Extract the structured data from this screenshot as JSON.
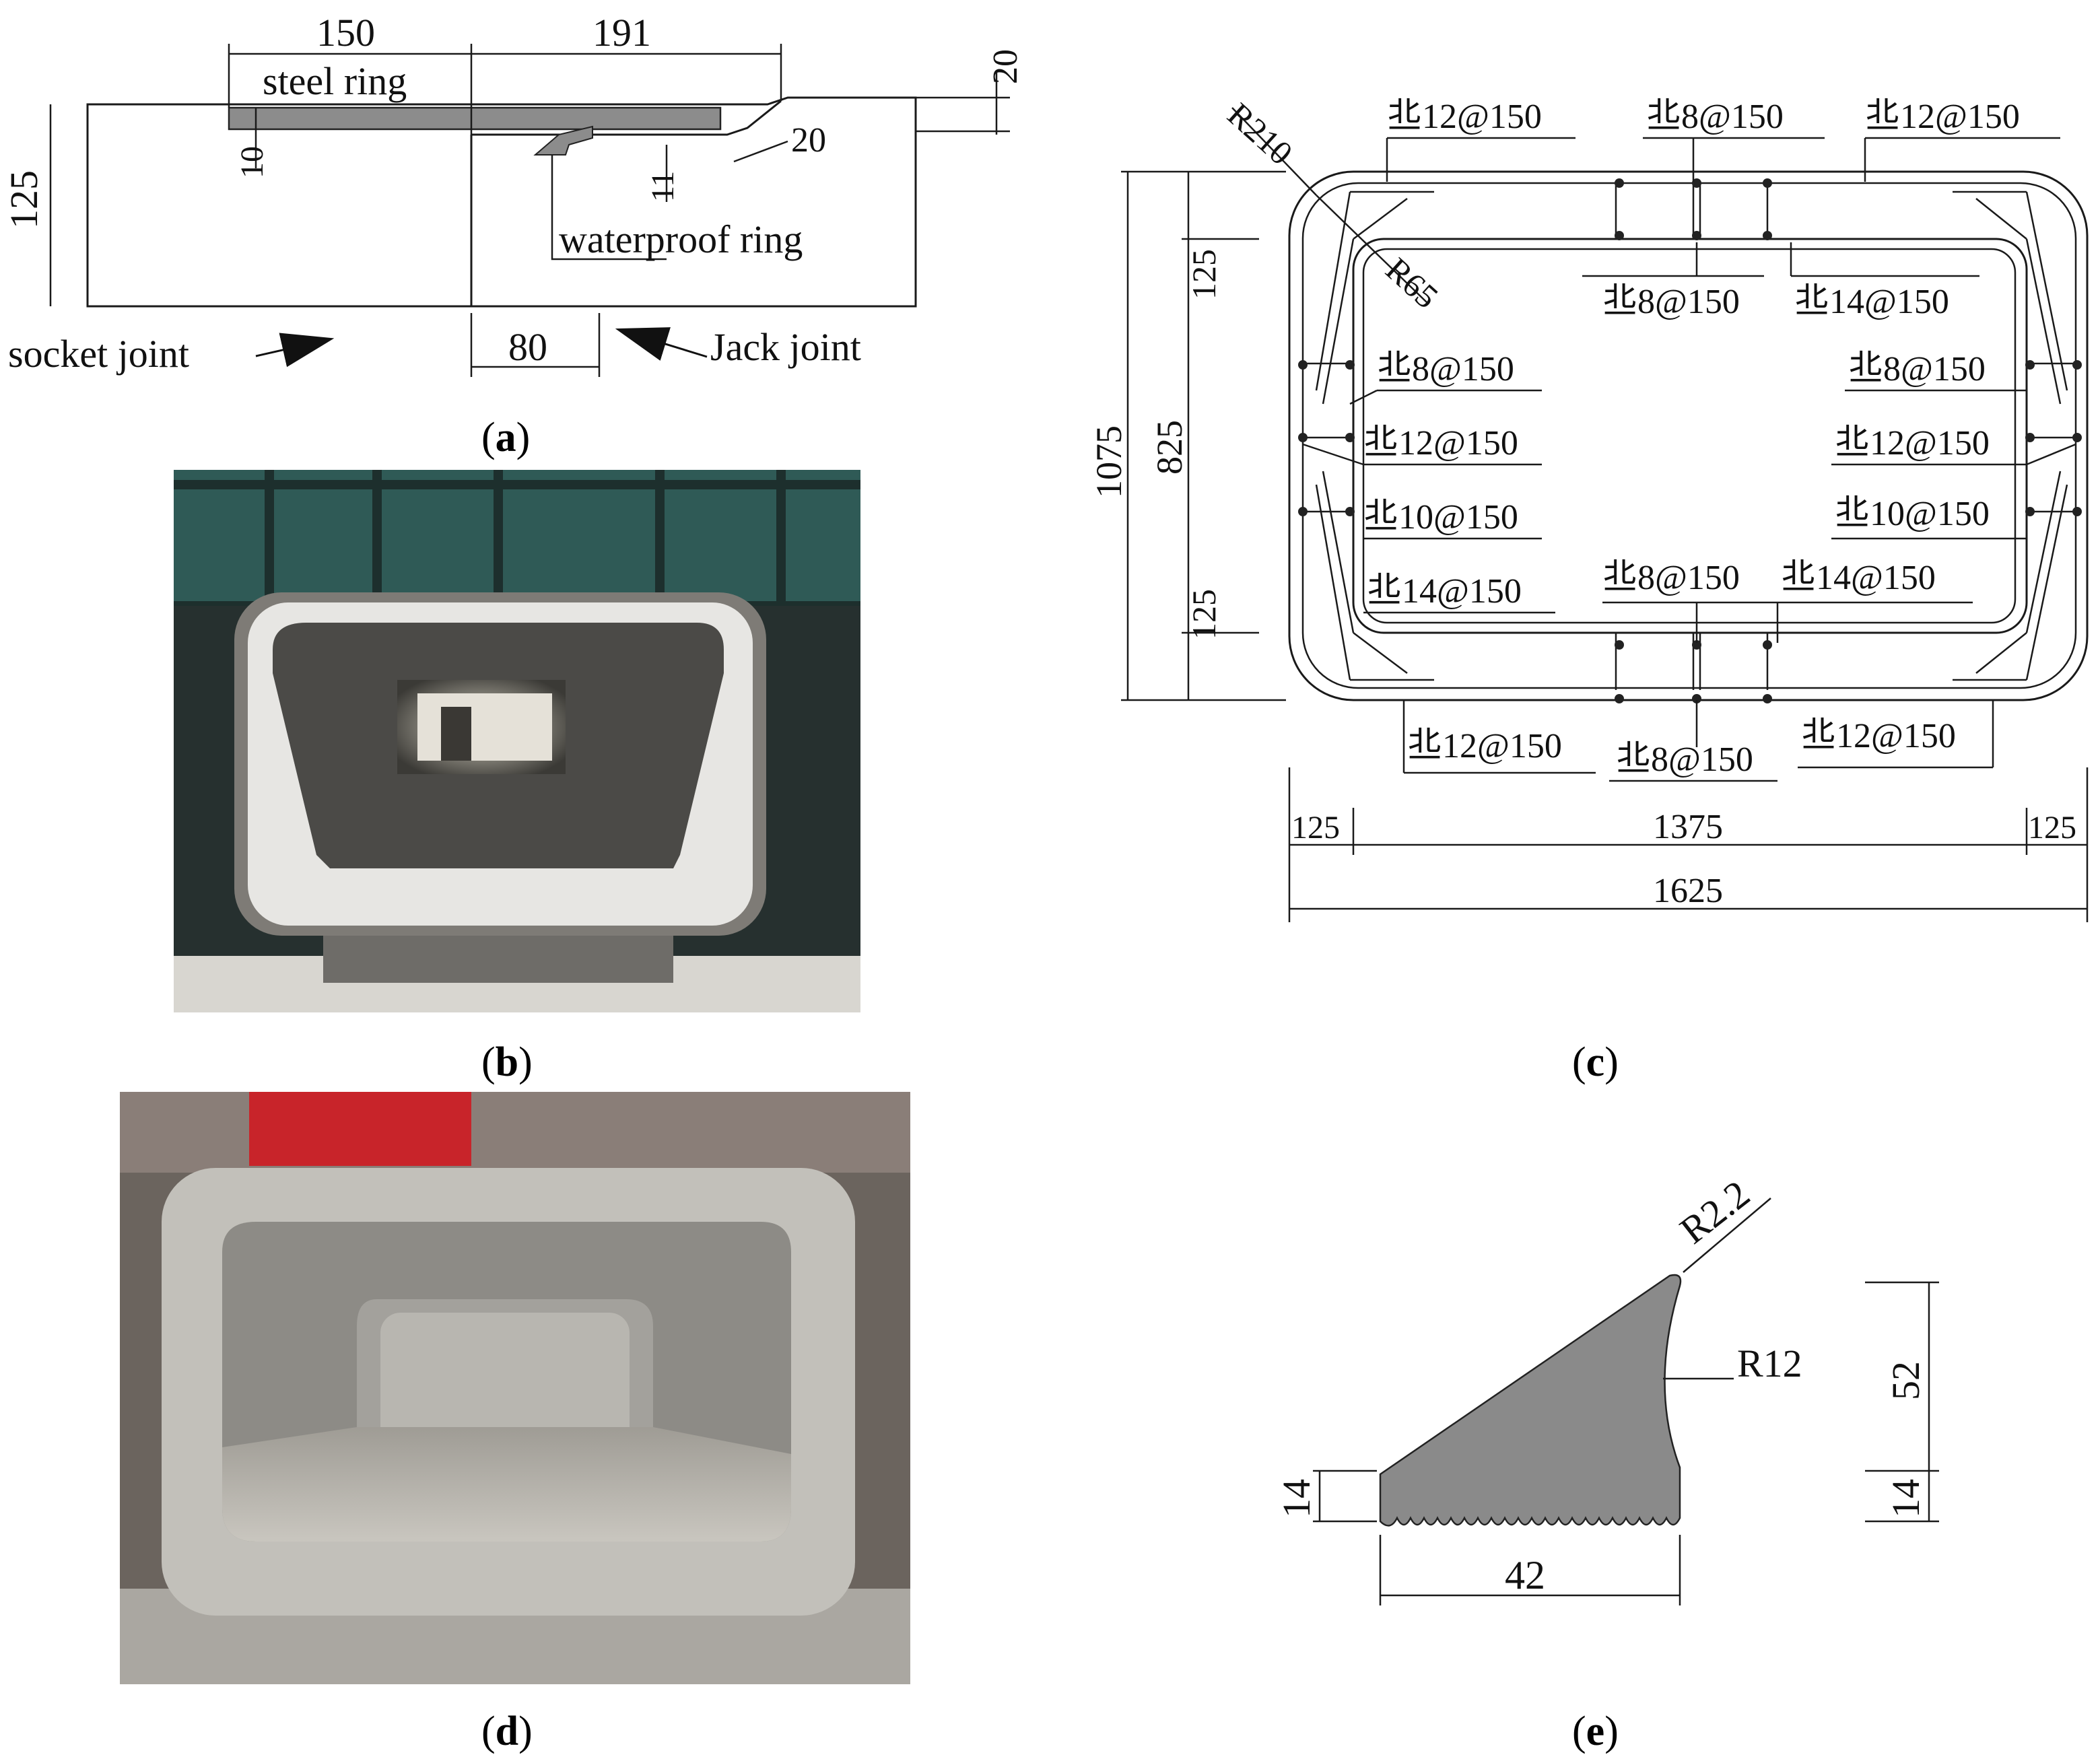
{
  "panels": {
    "a": {
      "caption_open": "(",
      "caption_letter": "a",
      "caption_close": ")",
      "dims": {
        "top_left": "150",
        "top_right": "191",
        "right_top": "20",
        "left_height": "125",
        "steel_thick": "10",
        "ring_thick": "11",
        "chamfer": "20",
        "bottom": "80"
      },
      "labels": {
        "steel_ring": "steel ring",
        "waterproof_ring": "waterproof ring",
        "socket_joint": "socket  joint",
        "jack_joint": "Jack joint"
      }
    },
    "b": {
      "caption_open": "(",
      "caption_letter": "b",
      "caption_close": ")"
    },
    "c": {
      "caption_open": "(",
      "caption_letter": "c",
      "caption_close": ")",
      "radii": {
        "outer": "R210",
        "inner": "R65"
      },
      "dims": {
        "height_total": "1075",
        "height_inner": "825",
        "wall_top": "125",
        "wall_bottom": "125",
        "width_inner": "1375",
        "wall_left": "125",
        "wall_right": "125",
        "width_total": "1625"
      },
      "rebar": {
        "top_left": "丠12@150",
        "top_mid": "丠8@150",
        "top_right": "丠12@150",
        "top_inner_mid": "丠8@150",
        "top_inner_right": "丠14@150",
        "left_1": "丠8@150",
        "left_2": "丠12@150",
        "left_3": "丠10@150",
        "left_4": "丠14@150",
        "right_1": "丠8@150",
        "right_2": "丠12@150",
        "right_3": "丠10@150",
        "bottom_inner_mid": "丠8@150",
        "bottom_inner_right": "丠14@150",
        "bottom_left": "丠12@150",
        "bottom_mid": "丠8@150",
        "bottom_right": "丠12@150"
      }
    },
    "d": {
      "caption_open": "(",
      "caption_letter": "d",
      "caption_close": ")"
    },
    "e": {
      "caption_open": "(",
      "caption_letter": "e",
      "caption_close": ")",
      "dims": {
        "tip_radius": "R2.2",
        "curve_radius": "R12",
        "height": "52",
        "base_left": "14",
        "base_right": "14",
        "width": "42"
      }
    }
  },
  "colors": {
    "steel": "#8c8c8c",
    "profile_fill": "#8a8a8a",
    "concrete": "#b8b7b2",
    "panel_b_bg": "#2f5a56"
  }
}
